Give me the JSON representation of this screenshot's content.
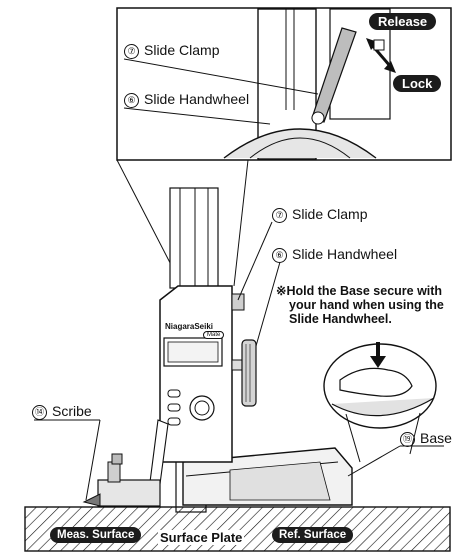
{
  "colors": {
    "ink": "#111111",
    "pill_bg": "#1c1c1c",
    "gray": "#9a9a9a",
    "paper": "#ffffff"
  },
  "inset": {
    "release": "Release",
    "lock": "Lock",
    "slide_clamp": {
      "num": "⑦",
      "text": "Slide Clamp"
    },
    "slide_handwheel": {
      "num": "⑥",
      "text": "Slide Handwheel"
    }
  },
  "main": {
    "slide_clamp": {
      "num": "⑦",
      "text": "Slide Clamp"
    },
    "slide_handwheel": {
      "num": "⑥",
      "text": "Slide Handwheel"
    },
    "note_lines": [
      "※Hold the Base secure with",
      "your hand when using the",
      "Slide Handwheel."
    ],
    "scribe": {
      "num": "⑭",
      "text": "Scribe"
    },
    "base": {
      "num": "⑲",
      "text": "Base"
    },
    "brand": "NiagaraSeiki",
    "brand_sub": "Mate"
  },
  "plate": {
    "meas_surface": "Meas. Surface",
    "label": "Surface Plate",
    "ref_surface": "Ref. Surface"
  }
}
